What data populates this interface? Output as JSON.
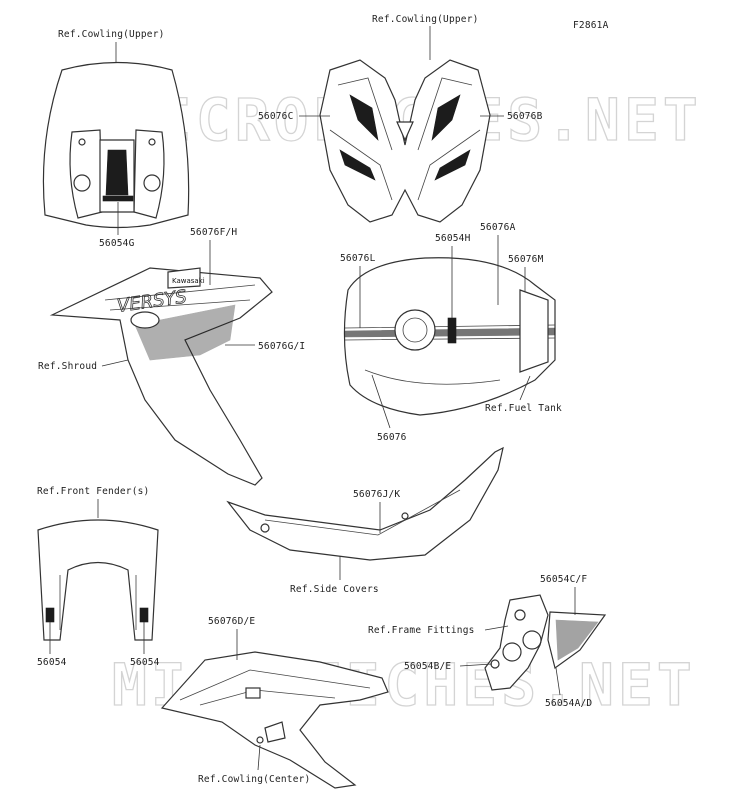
{
  "figure_id": "F2861A",
  "watermark": "MICROFICHES.NET",
  "labels": {
    "ref_cowling_upper_left": "Ref.Cowling(Upper)",
    "ref_cowling_upper_right": "Ref.Cowling(Upper)",
    "p56054G": "56054G",
    "p56076C": "56076C",
    "p56076B": "56076B",
    "p56076FH": "56076F/H",
    "p56076GI": "56076G/I",
    "ref_shroud": "Ref.Shroud",
    "p56076L": "56076L",
    "p56054H": "56054H",
    "p56076A": "56076A",
    "p56076M": "56076M",
    "ref_fuel_tank": "Ref.Fuel Tank",
    "p56076": "56076",
    "ref_front_fender": "Ref.Front Fender(s)",
    "p56076JK": "56076J/K",
    "p56054_left": "56054",
    "p56054_right": "56054",
    "ref_side_covers": "Ref.Side Covers",
    "p56054CF": "56054C/F",
    "ref_frame_fittings": "Ref.Frame Fittings",
    "p56054BE": "56054B/E",
    "p56054AD": "56054A/D",
    "p56076DE": "56076D/E",
    "ref_cowling_center": "Ref.Cowling(Center)"
  },
  "decals": {
    "brand": "Kawasaki",
    "model": "VERSYS"
  }
}
